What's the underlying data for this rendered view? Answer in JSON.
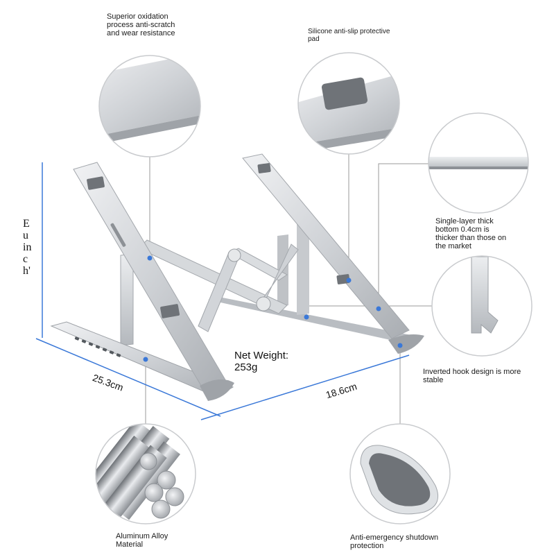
{
  "labels": {
    "oxidation": "Superior oxidation\nprocess anti-scratch\nand wear resistance",
    "silicone_pad": "Silicone anti-slip protective\npad",
    "single_layer": "Single-layer thick\nbottom 0.4cm is\nthicker than those on\nthe market",
    "inverted_hook": "Inverted hook design is more\nstable",
    "aluminum": "Aluminum Alloy\nMaterial",
    "anti_emergency": "Anti-emergency shutdown\nprotection"
  },
  "dimensions": {
    "depth": "25.3cm",
    "width": "18.6cm",
    "height_vertical": "E\nu\nin\nc\nh'"
  },
  "weight": {
    "line1": "Net Weight:",
    "line2": "253g"
  },
  "colors": {
    "accent_blue": "#3a78d8",
    "leader_gray": "#9a9a9a",
    "metal_light": "#e4e6e8",
    "metal_mid": "#c5c8cc",
    "metal_dark": "#8d9196",
    "pad_gray": "#6f7378"
  }
}
